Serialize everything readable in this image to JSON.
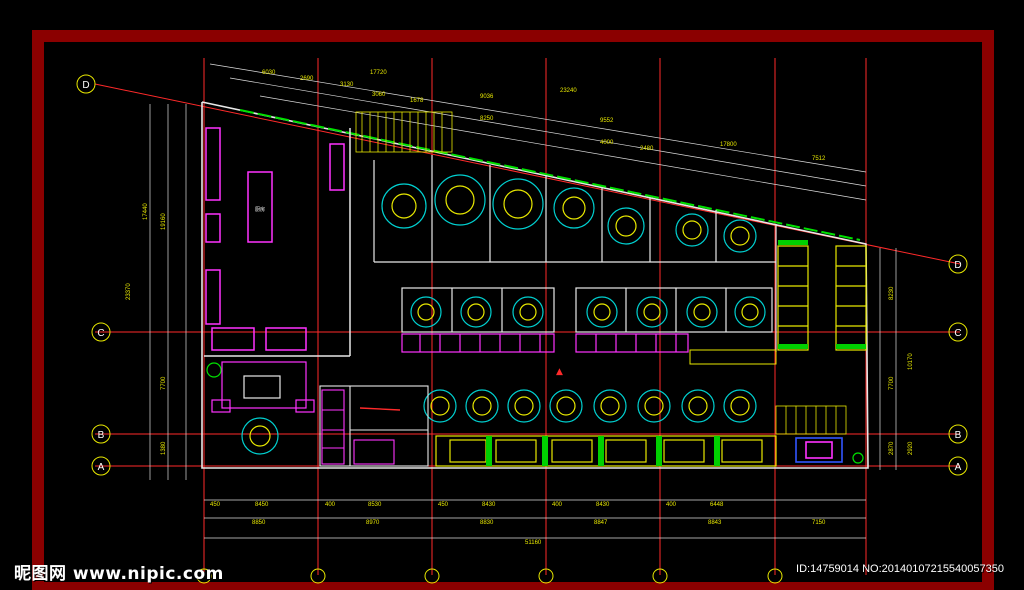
{
  "drawing": {
    "frame_color": "#8b0000",
    "axes": {
      "row_labels": [
        "D",
        "C",
        "B",
        "A"
      ],
      "right_row_labels": [
        "D",
        "C",
        "B",
        "A"
      ]
    },
    "top_dims": {
      "row1": [
        "6030",
        "2690",
        "3130"
      ],
      "row2": [
        "17720",
        "3060",
        "1678",
        "9036",
        "23240"
      ],
      "row3": [
        "8250",
        "9552",
        "4000",
        "2480",
        "17800",
        "7512"
      ]
    },
    "left_dims": [
      "17440",
      "19160",
      "23370",
      "7700",
      "1380"
    ],
    "right_dims": [
      "8230",
      "10170",
      "7700",
      "2870",
      "2920"
    ],
    "bottom_dims": {
      "row1": [
        "450",
        "8450",
        "400",
        "8530",
        "450",
        "8430",
        "400",
        "8430",
        "400",
        "6448"
      ],
      "row2": [
        "8850",
        "8970",
        "8830",
        "8847",
        "8843",
        "7150"
      ],
      "total": "51160"
    },
    "labels": {
      "room_left": "厨房",
      "entry_tag": "▲"
    }
  },
  "watermark": {
    "site": "昵图网 www.nipic.com",
    "id_text": "ID:14759014 NO:20140107215540057350"
  }
}
